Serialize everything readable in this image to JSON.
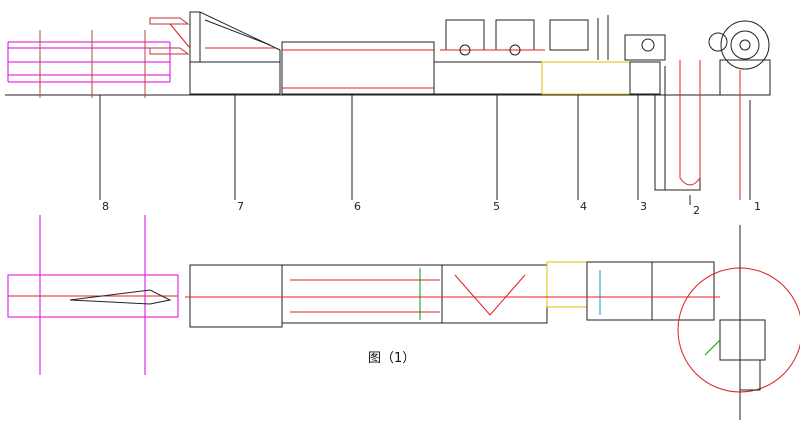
{
  "figure": {
    "caption": "图（1）",
    "labels": [
      "1",
      "2",
      "3",
      "4",
      "5",
      "6",
      "7",
      "8"
    ]
  },
  "colors": {
    "line": "#222222",
    "magenta": "#e000e0",
    "red": "#e02020",
    "yellow": "#e0c000",
    "green": "#00a000",
    "cyan": "#00a0c0"
  }
}
